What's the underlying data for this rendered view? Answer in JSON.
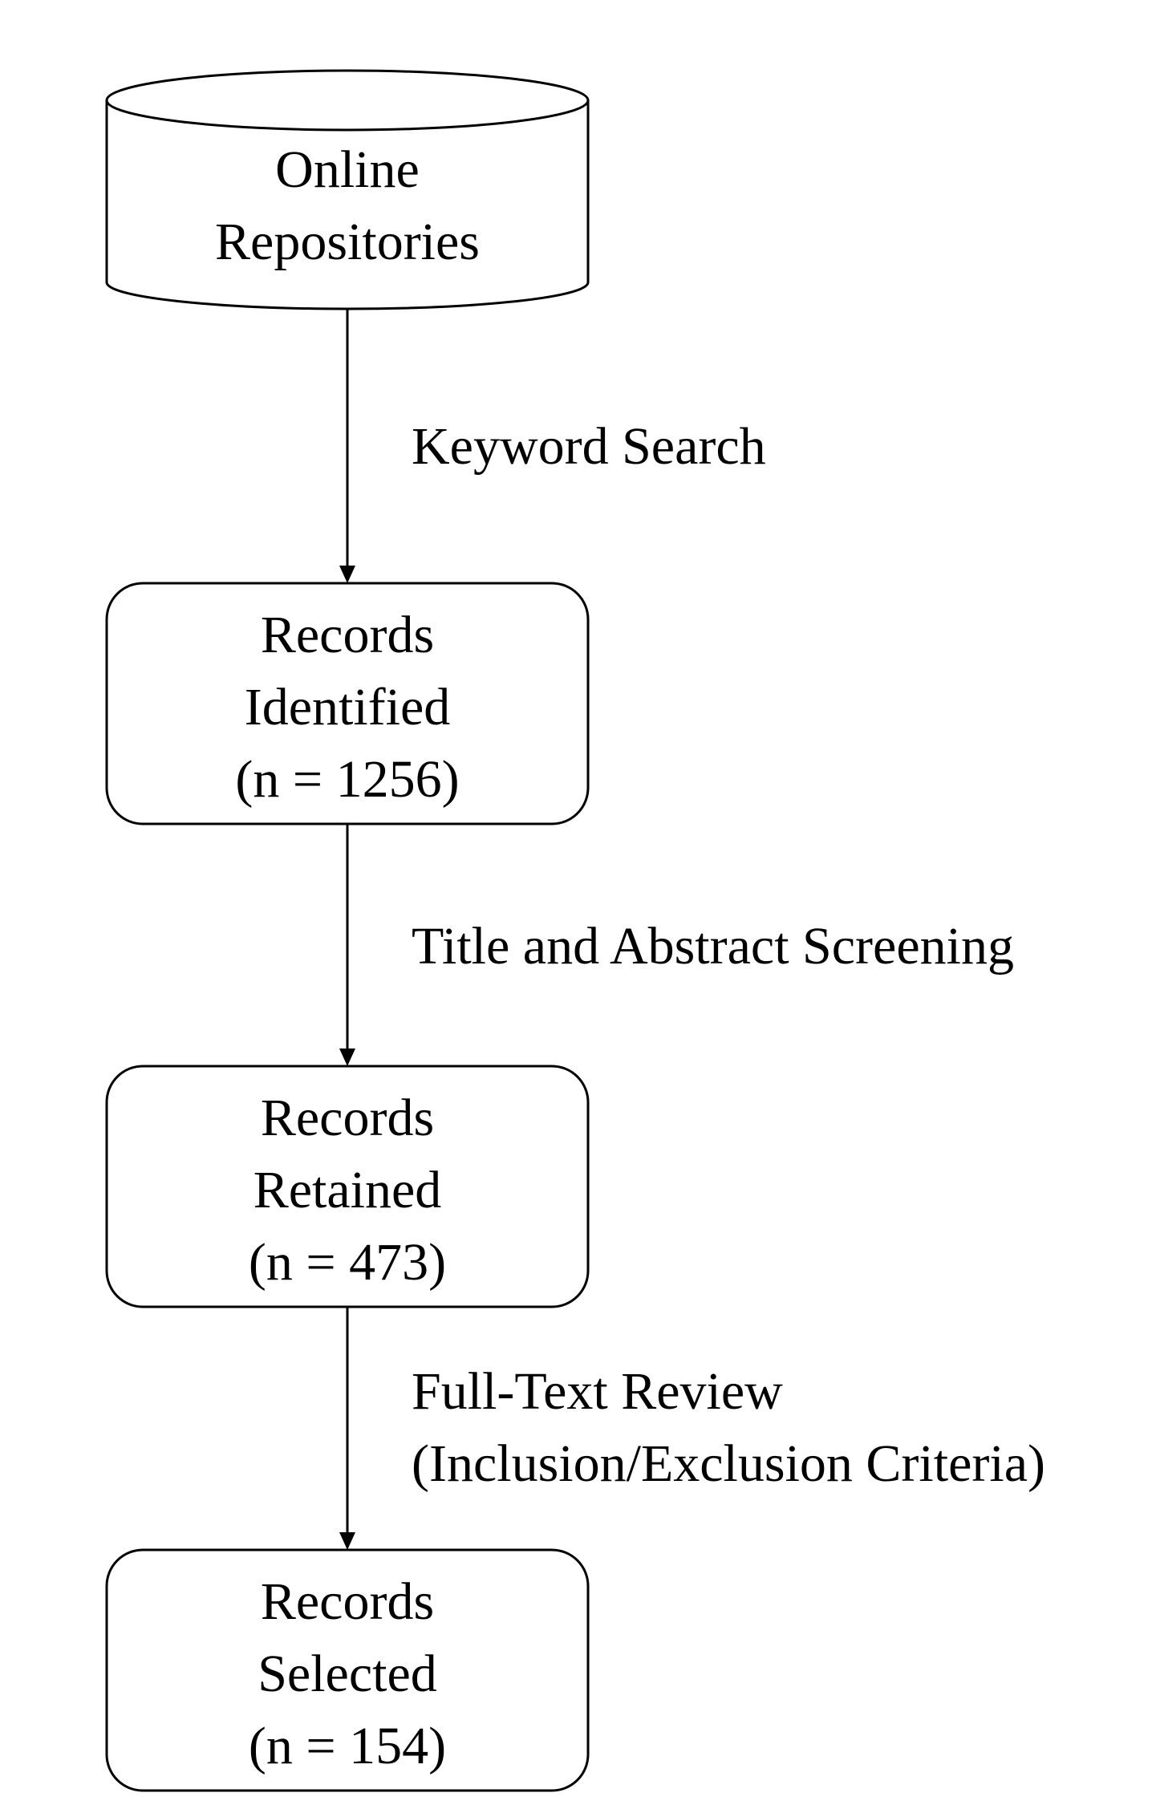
{
  "diagram": {
    "type": "flowchart",
    "nodes": [
      {
        "id": "online-repositories",
        "shape": "cylinder",
        "lines": [
          "Online",
          "Repositories"
        ]
      },
      {
        "id": "records-identified",
        "shape": "rounded-rectangle",
        "lines": [
          "Records",
          "Identified",
          "(n = 1256)"
        ]
      },
      {
        "id": "records-retained",
        "shape": "rounded-rectangle",
        "lines": [
          "Records",
          "Retained",
          "(n = 473)"
        ]
      },
      {
        "id": "records-selected",
        "shape": "rounded-rectangle",
        "lines": [
          "Records",
          "Selected",
          "(n = 154)"
        ]
      }
    ],
    "edges": [
      {
        "from": "online-repositories",
        "to": "records-identified",
        "label_lines": [
          "Keyword Search"
        ]
      },
      {
        "from": "records-identified",
        "to": "records-retained",
        "label_lines": [
          "Title and Abstract Screening"
        ]
      },
      {
        "from": "records-retained",
        "to": "records-selected",
        "label_lines": [
          "Full-Text Review",
          "(Inclusion/Exclusion Criteria)"
        ]
      }
    ]
  }
}
